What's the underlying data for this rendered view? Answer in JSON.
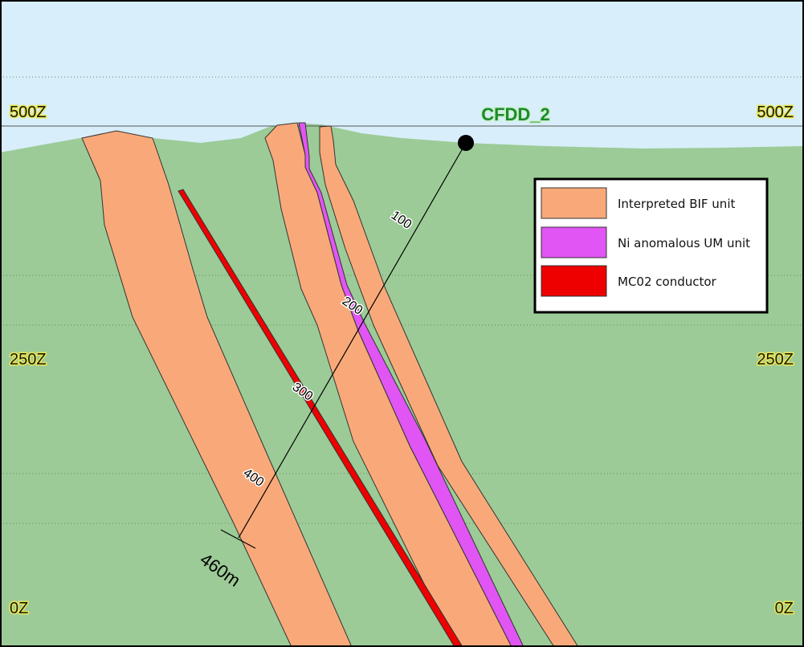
{
  "section": {
    "levels": {
      "z500_left": "500Z",
      "z500_right": "500Z",
      "z250_left": "250Z",
      "z250_right": "250Z",
      "z0_left": "0Z",
      "z0_right": "0Z"
    },
    "drillhole": {
      "name": "CFDD_2",
      "end_of_hole": "460m",
      "depth_ticks": [
        "100",
        "200",
        "300",
        "400"
      ]
    },
    "legend": {
      "items": [
        {
          "label": "Interpreted BIF unit",
          "color": "#f9a979"
        },
        {
          "label": "Ni anomalous UM unit",
          "color": "#e155f4"
        },
        {
          "label": "MC02 conductor",
          "color": "#ee0000"
        }
      ]
    },
    "colors": {
      "sky": "#d8eefa",
      "ground": "#9ccb97",
      "bif": "#f9a979",
      "um": "#e155f4",
      "conductor": "#ee0000"
    }
  }
}
